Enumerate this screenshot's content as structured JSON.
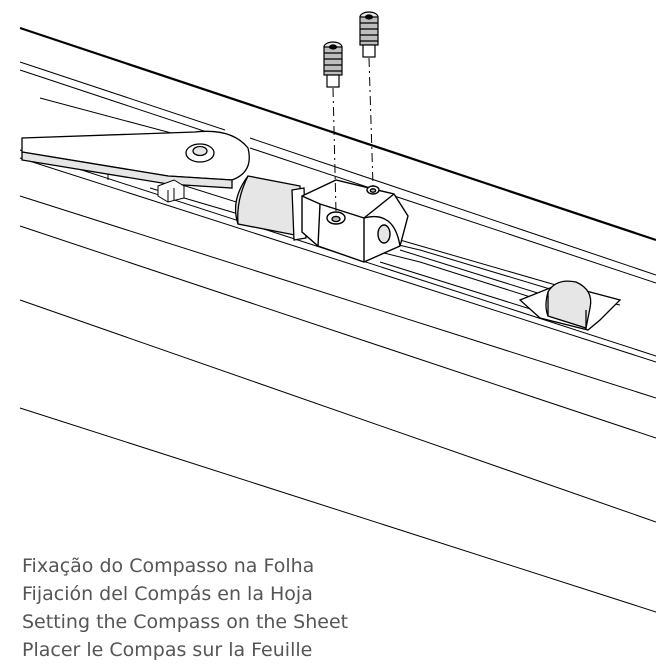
{
  "captions": {
    "pt": "Fixação do Compasso na Folha",
    "es": "Fijación del Compás en la Hoja",
    "en": "Setting the Compass on the Sheet",
    "fr": "Placer le Compas sur la Feuille"
  },
  "colors": {
    "stroke": "#000000",
    "caption_text": "#555555",
    "fill_light": "#ffffff",
    "fill_shade": "#e6e6e6",
    "fill_dark": "#bdbdbd"
  }
}
